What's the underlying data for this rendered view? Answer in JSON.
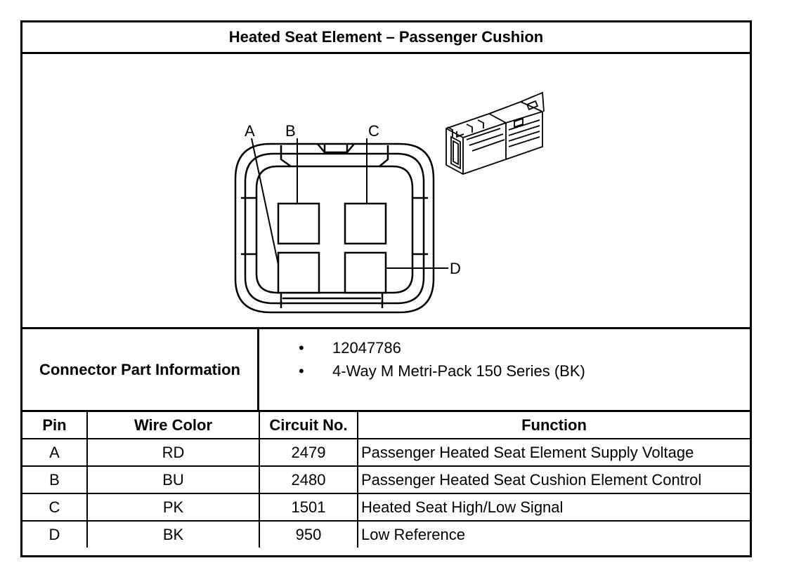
{
  "title": "Heated Seat Element – Passenger Cushion",
  "diagram": {
    "pin_labels": [
      "A",
      "B",
      "C",
      "D"
    ]
  },
  "connector": {
    "label": "Connector Part Information",
    "bullets": [
      "12047786",
      "4-Way M Metri-Pack 150 Series (BK)"
    ],
    "bullet_glyph": "•"
  },
  "table": {
    "headers": [
      "Pin",
      "Wire Color",
      "Circuit No.",
      "Function"
    ],
    "rows": [
      {
        "pin": "A",
        "color": "RD",
        "circuit": "2479",
        "function": "Passenger Heated Seat Element Supply Voltage"
      },
      {
        "pin": "B",
        "color": "BU",
        "circuit": "2480",
        "function": "Passenger Heated Seat Cushion Element Control"
      },
      {
        "pin": "C",
        "color": "PK",
        "circuit": "1501",
        "function": "Heated Seat High/Low Signal"
      },
      {
        "pin": "D",
        "color": "BK",
        "circuit": "950",
        "function": "Low Reference"
      }
    ]
  }
}
